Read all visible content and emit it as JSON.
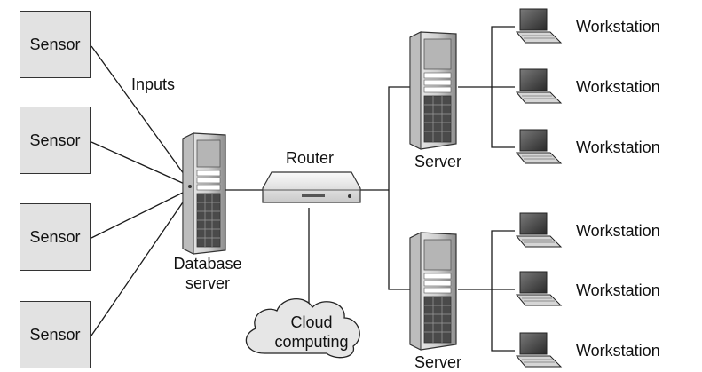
{
  "sensors": [
    {
      "label": "Sensor"
    },
    {
      "label": "Sensor"
    },
    {
      "label": "Sensor"
    },
    {
      "label": "Sensor"
    }
  ],
  "inputs_label": "Inputs",
  "database_server": {
    "line1": "Database",
    "line2": "server"
  },
  "router": {
    "label": "Router"
  },
  "cloud": {
    "line1": "Cloud",
    "line2": "computing"
  },
  "servers": [
    {
      "label": "Server"
    },
    {
      "label": "Server"
    }
  ],
  "workstations": [
    {
      "label": "Workstation"
    },
    {
      "label": "Workstation"
    },
    {
      "label": "Workstation"
    },
    {
      "label": "Workstation"
    },
    {
      "label": "Workstation"
    },
    {
      "label": "Workstation"
    }
  ],
  "colors": {
    "line": "#1a1a1a",
    "sensor_fill": "#e2e2e2",
    "rack_body": "#d8d8d8",
    "rack_dark": "#4a4a4a",
    "router_body": "#ececec",
    "cloud_fill": "#e6e6e6"
  }
}
